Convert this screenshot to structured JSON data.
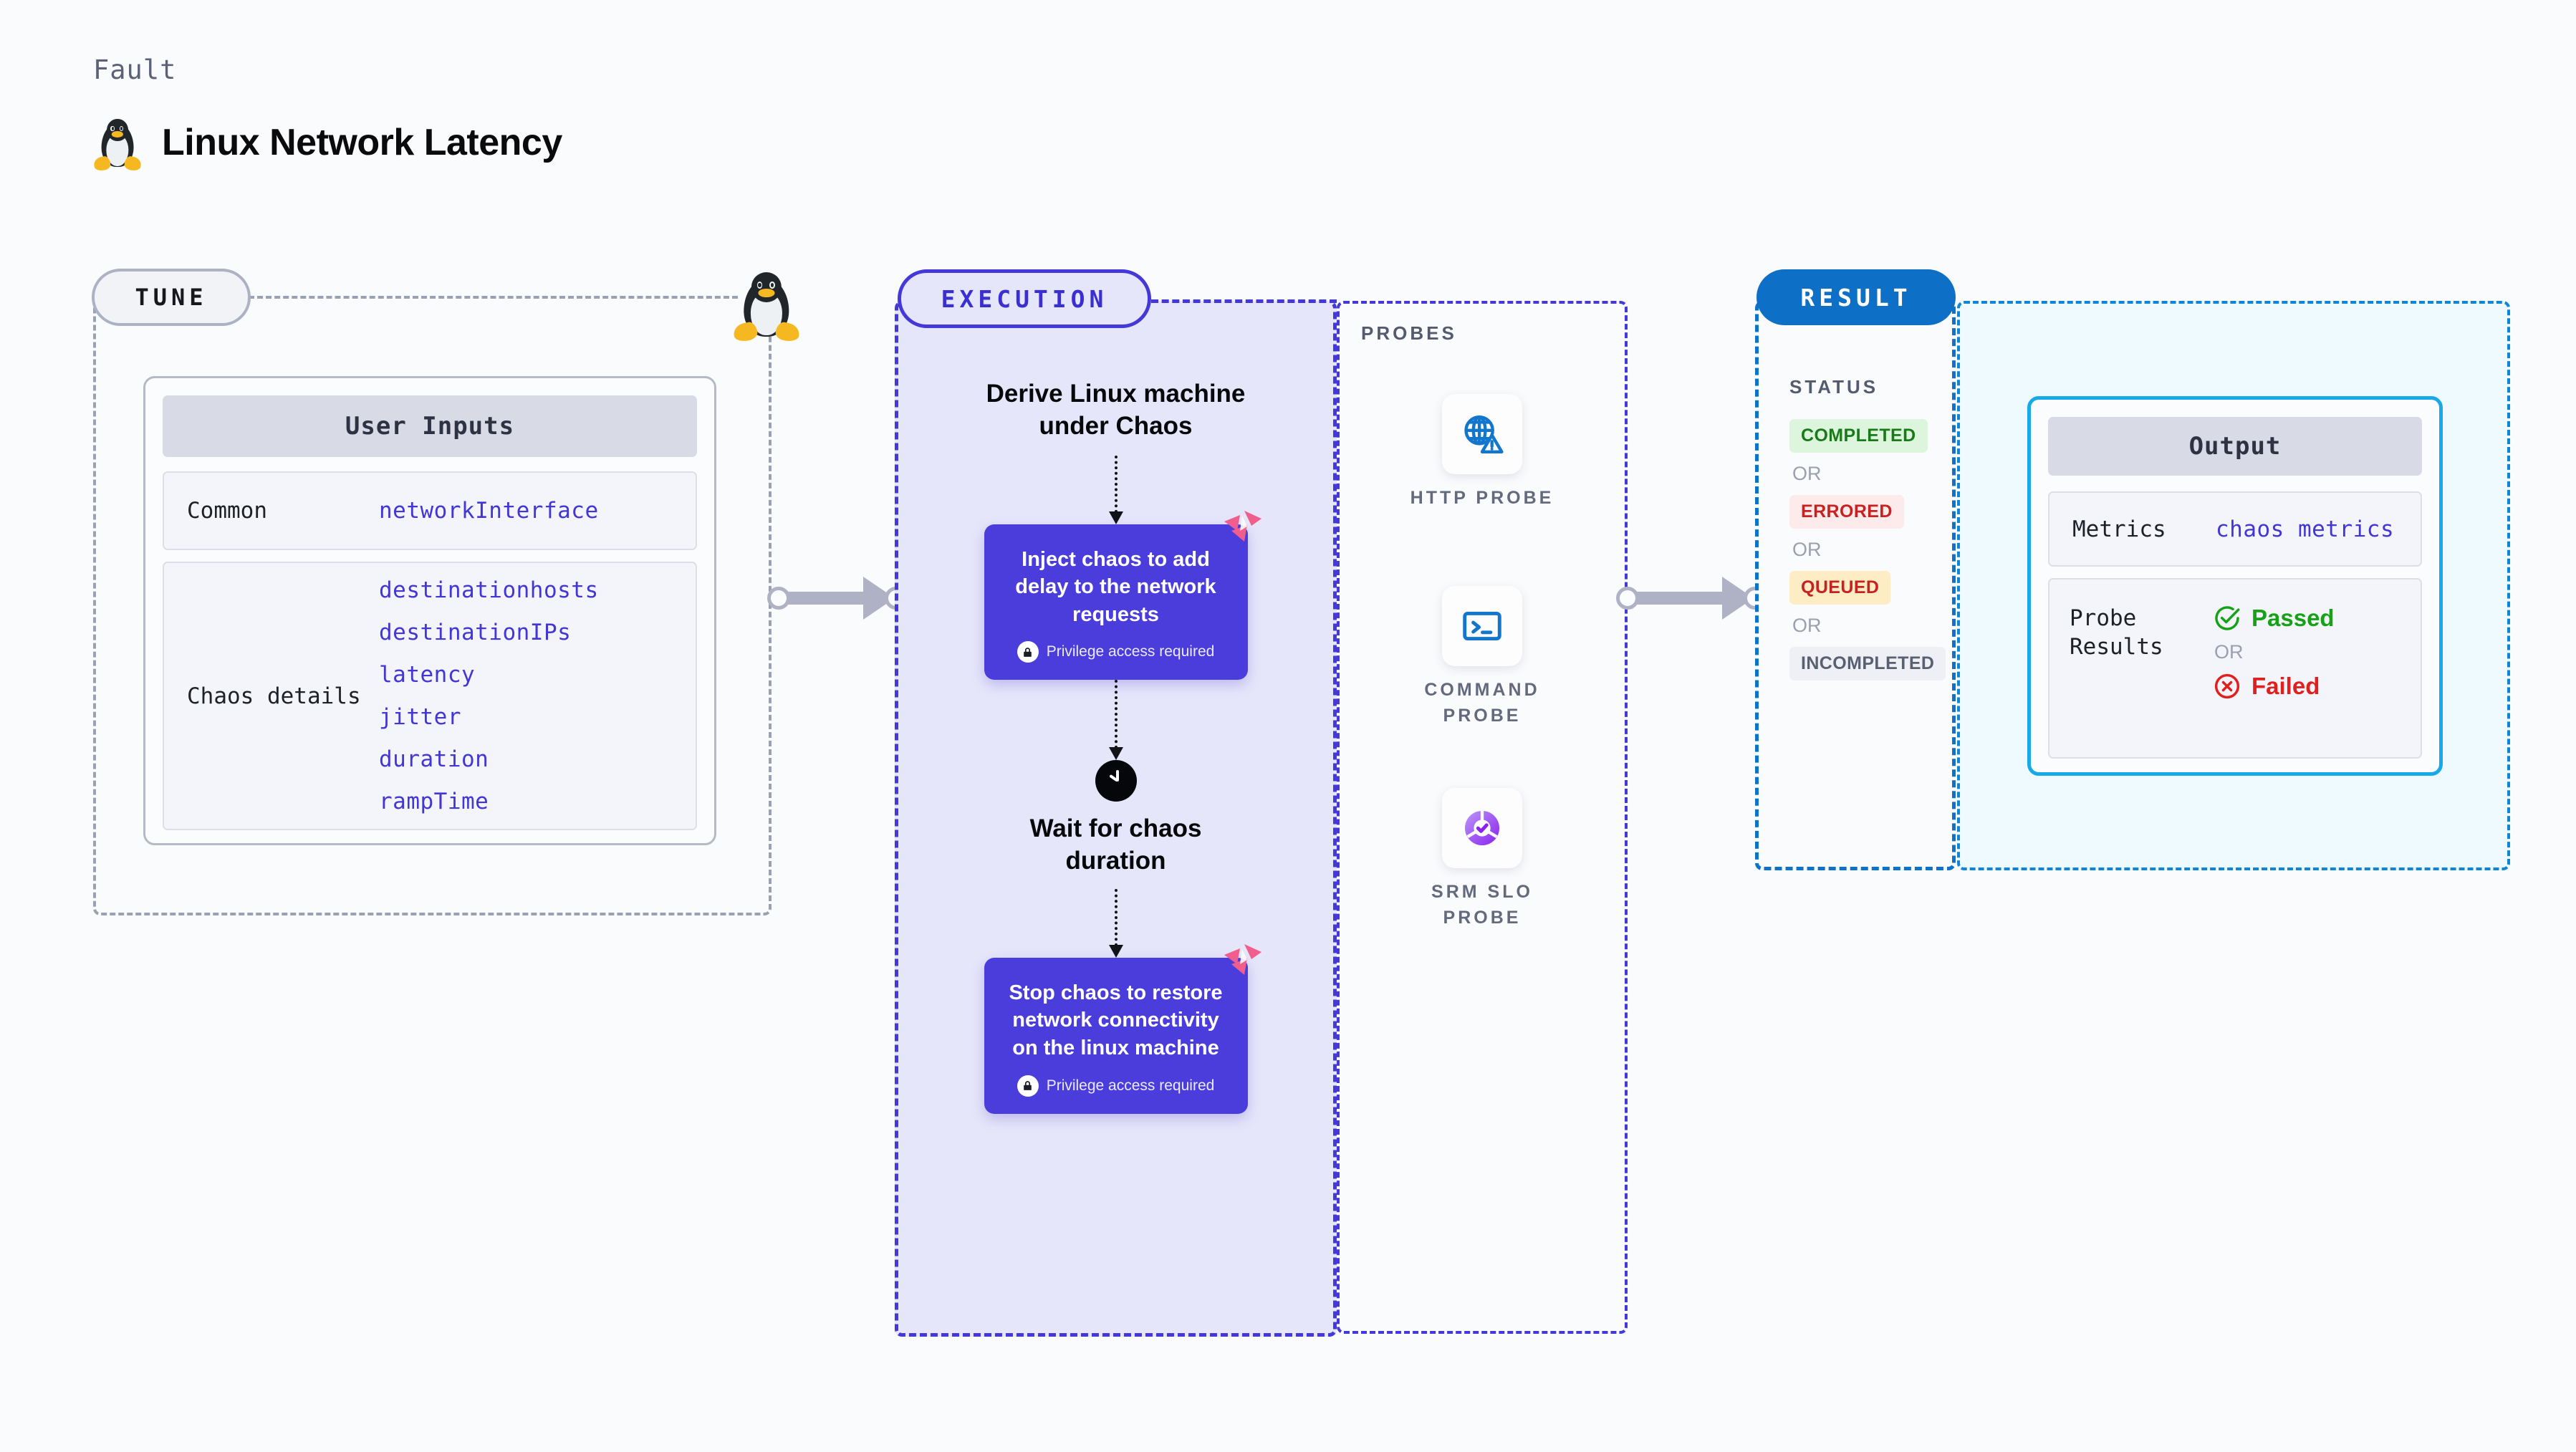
{
  "header": {
    "kicker": "Fault",
    "title": "Linux Network Latency",
    "icon": "linux-penguin-icon"
  },
  "tune": {
    "badge": "TUNE",
    "card_title": "User Inputs",
    "rows": [
      {
        "label": "Common",
        "values": [
          "networkInterface"
        ]
      },
      {
        "label": "Chaos details",
        "values": [
          "destinationhosts",
          "destinationIPs",
          "latency",
          "jitter",
          "duration",
          "rampTime"
        ]
      }
    ]
  },
  "execution": {
    "badge": "EXECUTION",
    "step_derive": "Derive Linux machine\nunder Chaos",
    "inject": {
      "text": "Inject chaos to add delay to the network requests",
      "privilege": "Privilege access required"
    },
    "wait": "Wait for chaos\nduration",
    "stop": {
      "text": "Stop chaos to restore network connectivity on the linux machine",
      "privilege": "Privilege access required"
    }
  },
  "probes": {
    "label": "PROBES",
    "items": [
      {
        "name": "HTTP PROBE",
        "icon": "globe-warning-icon"
      },
      {
        "name": "COMMAND\nPROBE",
        "icon": "terminal-prompt-icon"
      },
      {
        "name": "SRM SLO\nPROBE",
        "icon": "slo-donut-check-icon"
      }
    ]
  },
  "result": {
    "badge": "RESULT",
    "status_label": "STATUS",
    "or_label": "OR",
    "statuses": [
      {
        "text": "COMPLETED",
        "bg": "#dcf5dc",
        "fg": "#1a7a1a"
      },
      {
        "text": "ERRORED",
        "bg": "#fdeaea",
        "fg": "#c62222"
      },
      {
        "text": "QUEUED",
        "bg": "#fdecc4",
        "fg": "#c62222"
      },
      {
        "text": "INCOMPLETED",
        "bg": "#eef0f5",
        "fg": "#596074"
      }
    ]
  },
  "output": {
    "card_title": "Output",
    "metrics_label": "Metrics",
    "metrics_value": "chaos metrics",
    "probe_results_label": "Probe Results",
    "or_label": "OR",
    "passed": "Passed",
    "failed": "Failed"
  },
  "colors": {
    "accent_purple": "#4a3ddb",
    "accent_blue": "#0d6fc5",
    "accent_cyan": "#17a9e8",
    "token_purple": "#4236d6",
    "harness_pink": "#ef5e8c",
    "pass_green": "#17a117",
    "fail_red": "#e01f1f"
  }
}
